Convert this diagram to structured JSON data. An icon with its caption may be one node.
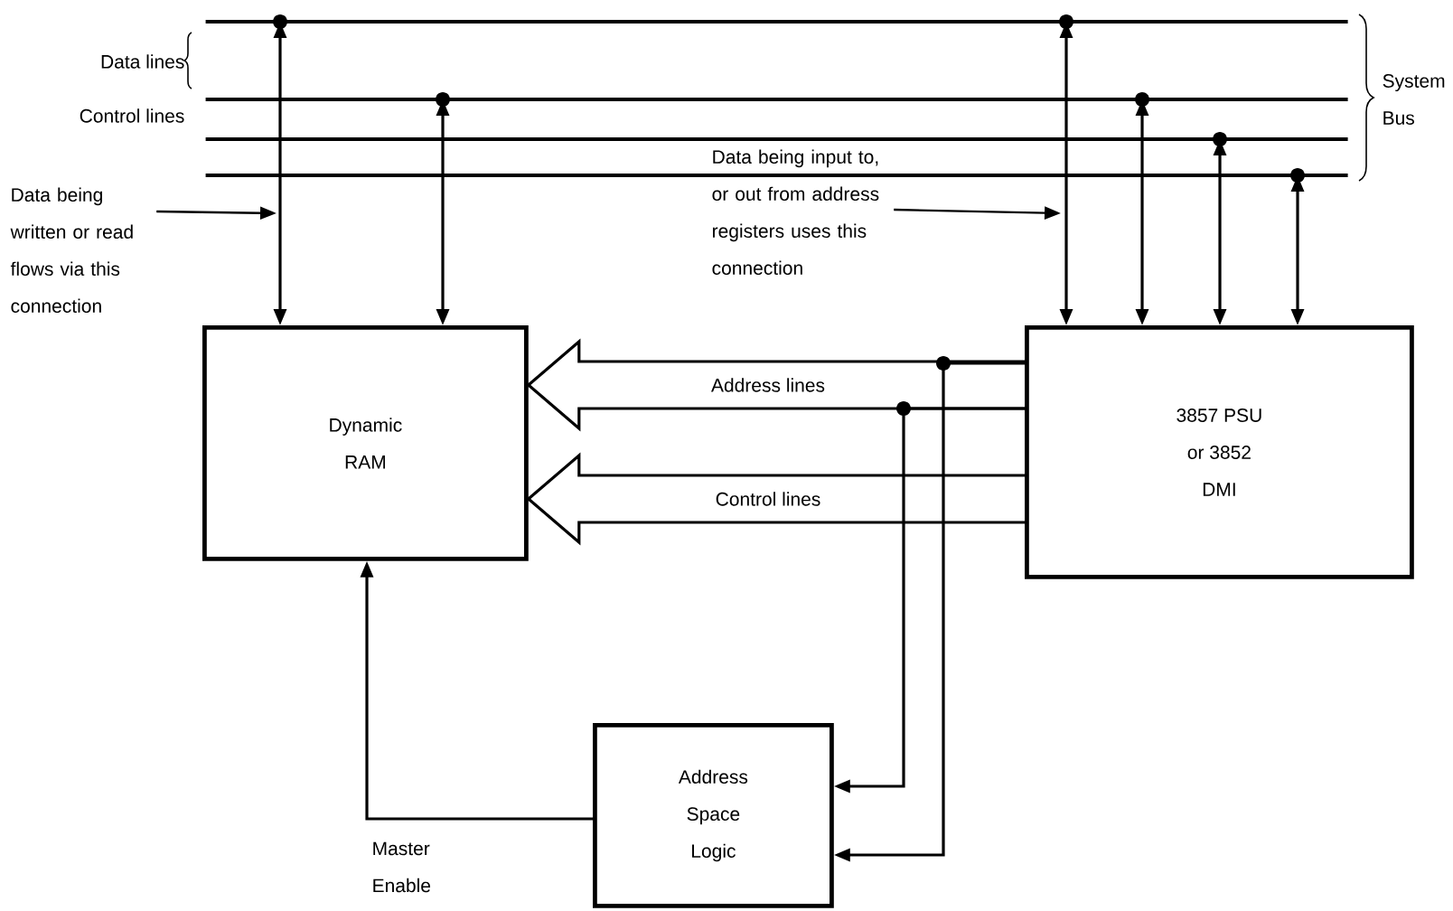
{
  "diagram": {
    "nodes": [
      {
        "text": [
          "Dynamic RAM"
        ]
      },
      {
        "text": [
          "3857 PSU or 3852 DMI"
        ]
      },
      {
        "text": [
          "Address Space Logic"
        ]
      },
      {
        "text": [
          "Data being written or read flows via this connection"
        ]
      },
      {
        "text": [
          "Data being input to, or out from address registers uses this connection"
        ]
      },
      {
        "text": [],
        "shape": "bar"
      },
      {
        "text": [],
        "shape": "bar"
      },
      {
        "text": [],
        "shape": "bar"
      },
      {
        "text": [],
        "shape": "bar"
      }
    ],
    "edges": [
      {
        "from": 5,
        "to": 0,
        "arrow": "both"
      },
      {
        "from": 6,
        "to": 0,
        "arrow": "both"
      },
      {
        "from": 5,
        "to": 1,
        "arrow": "both"
      },
      {
        "from": 6,
        "to": 1,
        "arrow": "both"
      },
      {
        "from": 7,
        "to": 1,
        "arrow": "both"
      },
      {
        "from": 8,
        "to": 1,
        "arrow": "both"
      },
      {
        "from": 1,
        "to": 0,
        "arrow": "to",
        "label": "Address lines"
      },
      {
        "from": 1,
        "to": 0,
        "arrow": "to",
        "label": "Control lines"
      },
      {
        "from": 1,
        "to": 2,
        "arrow": "to"
      },
      {
        "from": 1,
        "to": 2,
        "arrow": "to"
      },
      {
        "from": 2,
        "to": 0,
        "arrow": "to",
        "label": "Master Enable"
      },
      {
        "from": 3,
        "to": null,
        "arrow": "to"
      },
      {
        "from": 4,
        "to": null,
        "arrow": "to"
      }
    ],
    "labels": [
      "Data lines",
      "Control lines",
      "System Bus"
    ]
  }
}
